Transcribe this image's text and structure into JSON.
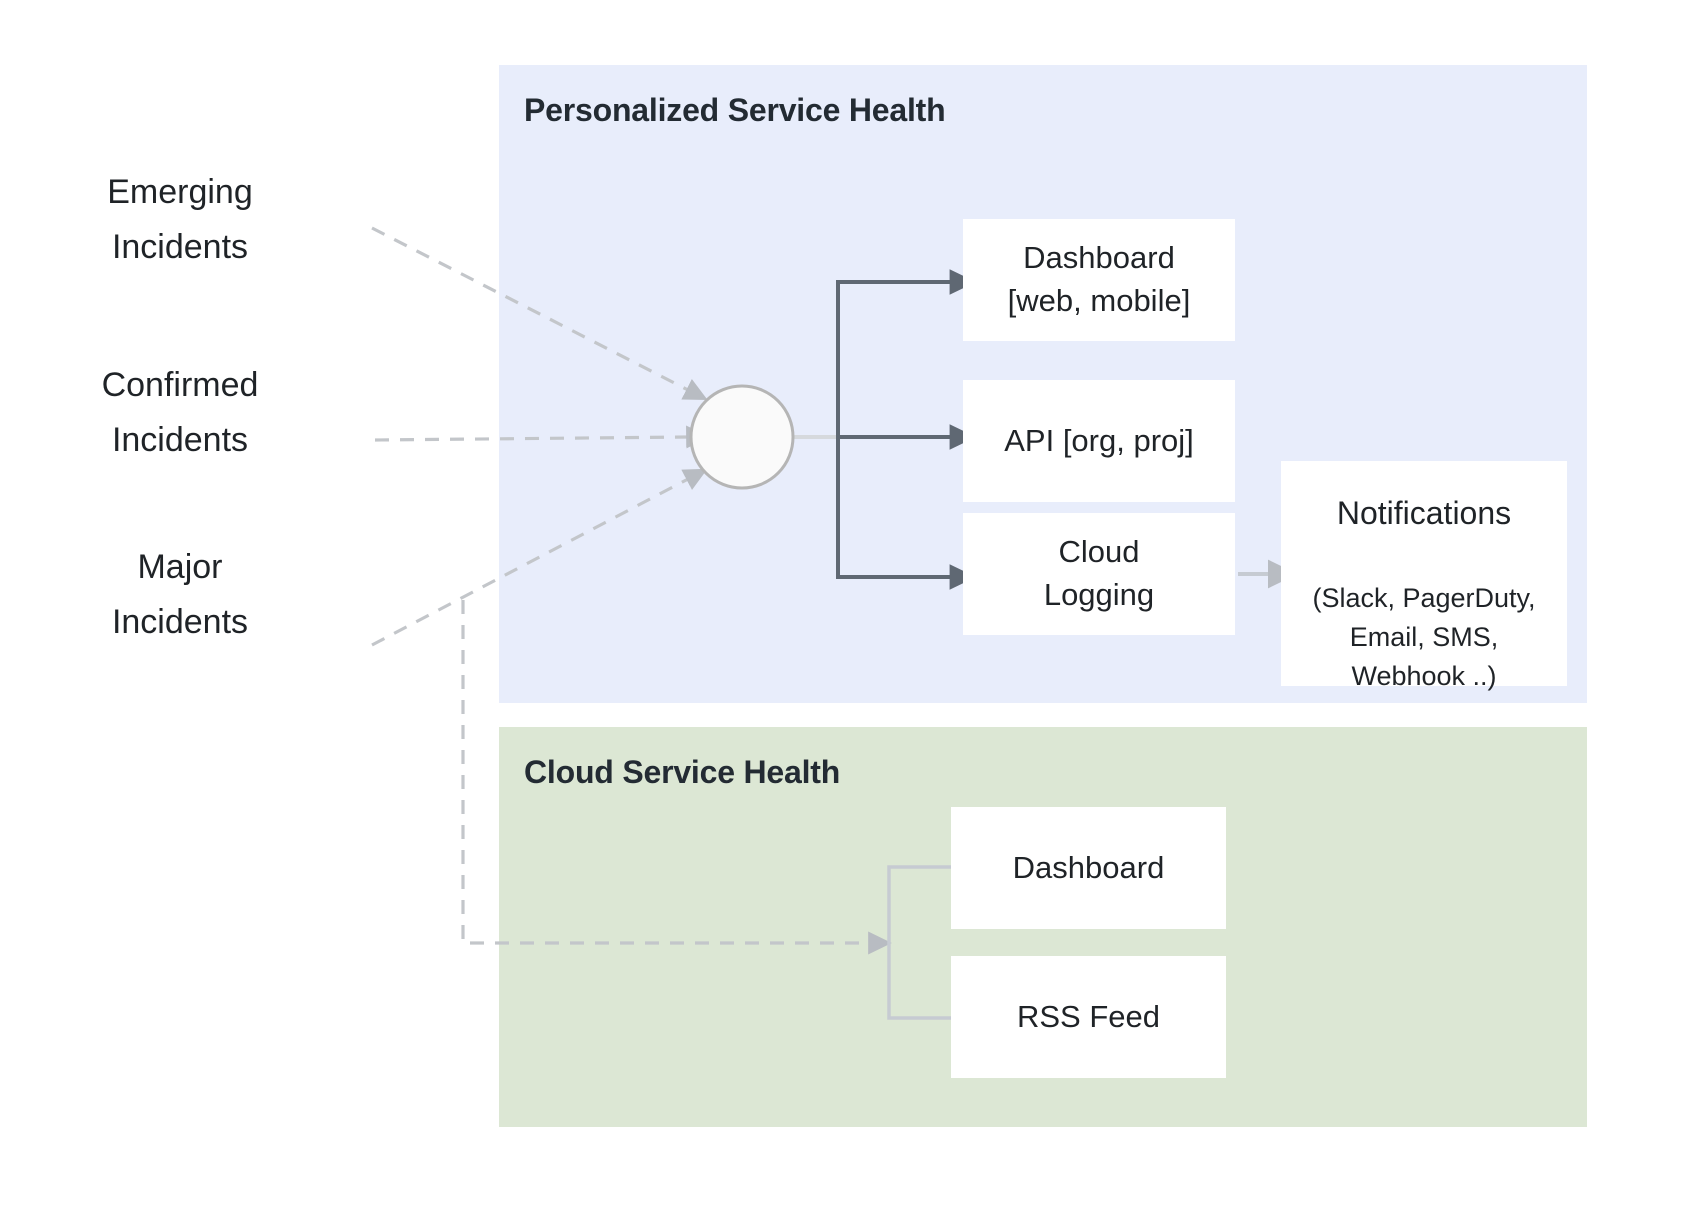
{
  "diagram": {
    "title_hidden": "",
    "panels": [
      {
        "id": "personalized",
        "title": "Personalized Service Health",
        "bg": "#e8edfb"
      },
      {
        "id": "cloud",
        "title": "Cloud Service Health",
        "bg": "#dce7d4"
      }
    ],
    "sources": [
      {
        "id": "emerging",
        "label": "Emerging\nIncidents"
      },
      {
        "id": "confirmed",
        "label": "Confirmed\nIncidents"
      },
      {
        "id": "major",
        "label": "Major\nIncidents"
      }
    ],
    "hub": {
      "label": ""
    },
    "personalized_nodes": [
      {
        "id": "dashboard-web",
        "label": "Dashboard\n[web, mobile]"
      },
      {
        "id": "api",
        "label": "API [org, proj]"
      },
      {
        "id": "cloud-logging",
        "label": "Cloud\nLogging"
      }
    ],
    "notifications": {
      "title": "Notifications",
      "detail": "(Slack, PagerDuty,\nEmail, SMS,\nWebhook ..)"
    },
    "cloud_nodes": [
      {
        "id": "cs-dashboard",
        "label": "Dashboard"
      },
      {
        "id": "rss",
        "label": "RSS Feed"
      }
    ],
    "colors": {
      "panel_personalized": "#e8edfb",
      "panel_cloud": "#dce7d4",
      "node_fill": "#ffffff",
      "text": "#1f2327",
      "solid_connector": "#5f6873",
      "dashed_connector": "#bdbdbd",
      "light_connector": "#c6cbd2",
      "hub_stroke": "#b5b5b5"
    }
  }
}
